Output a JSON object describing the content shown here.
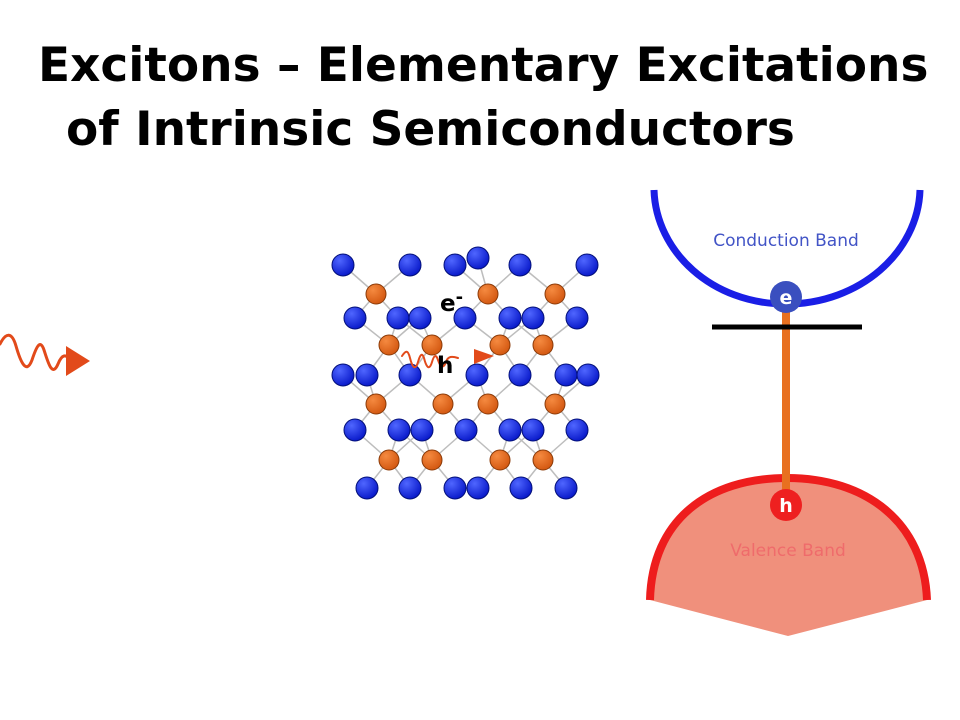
{
  "slide": {
    "title_line1": "Excitons – Elementary Excitations",
    "title_line2": "of Intrinsic Semiconductors"
  },
  "lattice": {
    "electron_label": "e",
    "electron_superscript": "-",
    "hole_label": "h"
  },
  "band_diagram": {
    "conduction_label": "Conduction Band",
    "valence_label": "Valence Band",
    "electron_label": "e",
    "hole_label": "h"
  },
  "colors": {
    "blue_atom": "#0a1ee0",
    "orange_atom": "#e2661c",
    "photon": "#e24a1a",
    "conduction_band": "#1a1ee6",
    "valence_band": "#ee1d1d",
    "valence_fill": "#f0907c",
    "gap_line": "#e87020",
    "electron_circle": "#3a4fbf",
    "hole_circle": "#ee2020",
    "band_label_blue": "#4254c6",
    "band_label_red": "#ef6b6b"
  }
}
